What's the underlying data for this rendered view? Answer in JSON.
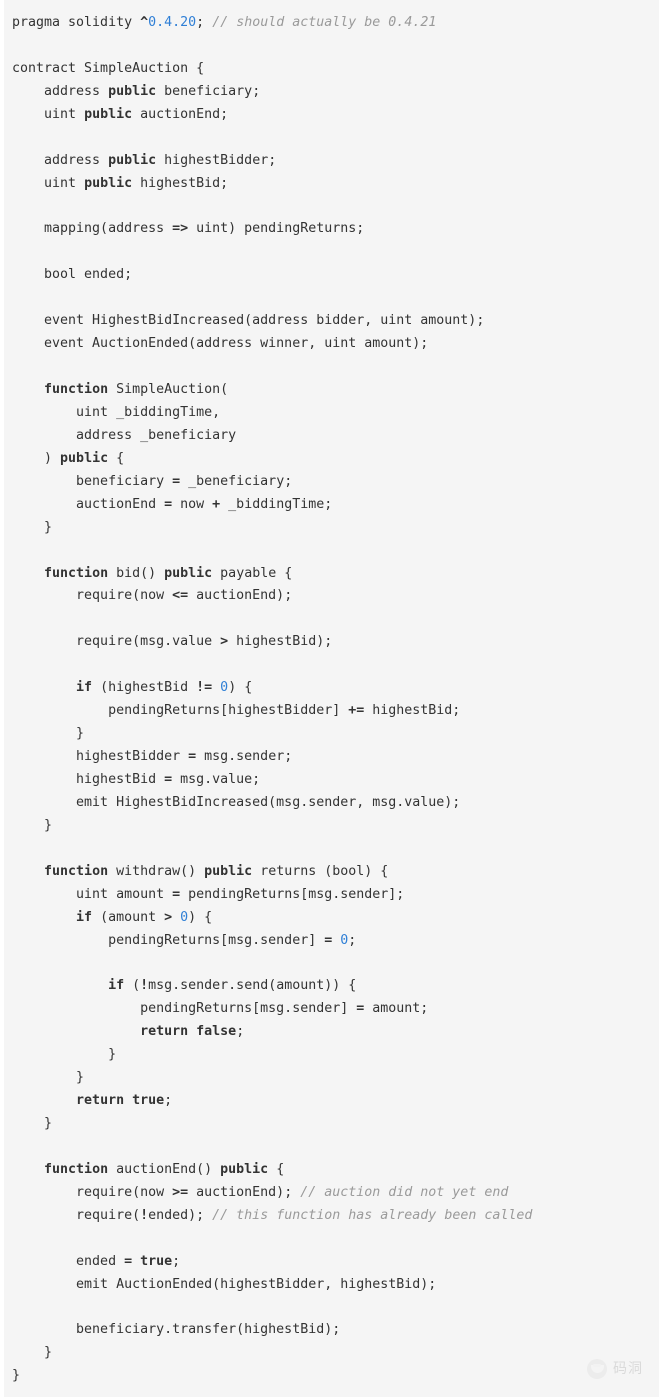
{
  "language": "solidity",
  "theme": {
    "background": "#f5f5f5",
    "page_background": "#ffffff",
    "text": "#333333",
    "keyword": "#333333",
    "number": "#2f7fd6",
    "comment": "#9a9a9a"
  },
  "code": {
    "plain_text": "pragma solidity ^0.4.20; // should actually be 0.4.21\n\ncontract SimpleAuction {\n    address public beneficiary;\n    uint public auctionEnd;\n\n    address public highestBidder;\n    uint public highestBid;\n\n    mapping(address => uint) pendingReturns;\n\n    bool ended;\n\n    event HighestBidIncreased(address bidder, uint amount);\n    event AuctionEnded(address winner, uint amount);\n\n    function SimpleAuction(\n        uint _biddingTime,\n        address _beneficiary\n    ) public {\n        beneficiary = _beneficiary;\n        auctionEnd = now + _biddingTime;\n    }\n\n    function bid() public payable {\n        require(now <= auctionEnd);\n\n        require(msg.value > highestBid);\n\n        if (highestBid != 0) {\n            pendingReturns[highestBidder] += highestBid;\n        }\n        highestBidder = msg.sender;\n        highestBid = msg.value;\n        emit HighestBidIncreased(msg.sender, msg.value);\n    }\n\n    function withdraw() public returns (bool) {\n        uint amount = pendingReturns[msg.sender];\n        if (amount > 0) {\n            pendingReturns[msg.sender] = 0;\n\n            if (!msg.sender.send(amount)) {\n                pendingReturns[msg.sender] = amount;\n                return false;\n            }\n        }\n        return true;\n    }\n\n    function auctionEnd() public {\n        require(now >= auctionEnd); // auction did not yet end\n        require(!ended); // this function has already been called\n\n        ended = true;\n        emit AuctionEnded(highestBidder, highestBid);\n\n        beneficiary.transfer(highestBid);\n    }\n}",
    "lines": [
      [
        {
          "t": "pragma solidity ",
          "c": "pl"
        },
        {
          "t": "^",
          "c": "op"
        },
        {
          "t": "0.4.20",
          "c": "num"
        },
        {
          "t": ";",
          "c": "pl"
        },
        {
          "t": " ",
          "c": "pl"
        },
        {
          "t": "// should actually be 0.4.21",
          "c": "cm"
        }
      ],
      [],
      [
        {
          "t": "contract SimpleAuction {",
          "c": "pl"
        }
      ],
      [
        {
          "t": "    address ",
          "c": "pl"
        },
        {
          "t": "public",
          "c": "kw"
        },
        {
          "t": " beneficiary;",
          "c": "pl"
        }
      ],
      [
        {
          "t": "    uint ",
          "c": "pl"
        },
        {
          "t": "public",
          "c": "kw"
        },
        {
          "t": " auctionEnd;",
          "c": "pl"
        }
      ],
      [],
      [
        {
          "t": "    address ",
          "c": "pl"
        },
        {
          "t": "public",
          "c": "kw"
        },
        {
          "t": " highestBidder;",
          "c": "pl"
        }
      ],
      [
        {
          "t": "    uint ",
          "c": "pl"
        },
        {
          "t": "public",
          "c": "kw"
        },
        {
          "t": " highestBid;",
          "c": "pl"
        }
      ],
      [],
      [
        {
          "t": "    mapping(address ",
          "c": "pl"
        },
        {
          "t": "=>",
          "c": "op"
        },
        {
          "t": " uint) pendingReturns;",
          "c": "pl"
        }
      ],
      [],
      [
        {
          "t": "    bool ended;",
          "c": "pl"
        }
      ],
      [],
      [
        {
          "t": "    event HighestBidIncreased(address bidder, uint amount);",
          "c": "pl"
        }
      ],
      [
        {
          "t": "    event AuctionEnded(address winner, uint amount);",
          "c": "pl"
        }
      ],
      [],
      [
        {
          "t": "    ",
          "c": "pl"
        },
        {
          "t": "function",
          "c": "kw"
        },
        {
          "t": " SimpleAuction(",
          "c": "pl"
        }
      ],
      [
        {
          "t": "        uint _biddingTime,",
          "c": "pl"
        }
      ],
      [
        {
          "t": "        address _beneficiary",
          "c": "pl"
        }
      ],
      [
        {
          "t": "    ) ",
          "c": "pl"
        },
        {
          "t": "public",
          "c": "kw"
        },
        {
          "t": " {",
          "c": "pl"
        }
      ],
      [
        {
          "t": "        beneficiary ",
          "c": "pl"
        },
        {
          "t": "=",
          "c": "op"
        },
        {
          "t": " _beneficiary;",
          "c": "pl"
        }
      ],
      [
        {
          "t": "        auctionEnd ",
          "c": "pl"
        },
        {
          "t": "=",
          "c": "op"
        },
        {
          "t": " now ",
          "c": "pl"
        },
        {
          "t": "+",
          "c": "op"
        },
        {
          "t": " _biddingTime;",
          "c": "pl"
        }
      ],
      [
        {
          "t": "    }",
          "c": "pl"
        }
      ],
      [],
      [
        {
          "t": "    ",
          "c": "pl"
        },
        {
          "t": "function",
          "c": "kw"
        },
        {
          "t": " bid() ",
          "c": "pl"
        },
        {
          "t": "public",
          "c": "kw"
        },
        {
          "t": " payable {",
          "c": "pl"
        }
      ],
      [
        {
          "t": "        require(now ",
          "c": "pl"
        },
        {
          "t": "<=",
          "c": "op"
        },
        {
          "t": " auctionEnd);",
          "c": "pl"
        }
      ],
      [],
      [
        {
          "t": "        require(msg.value ",
          "c": "pl"
        },
        {
          "t": ">",
          "c": "op"
        },
        {
          "t": " highestBid);",
          "c": "pl"
        }
      ],
      [],
      [
        {
          "t": "        ",
          "c": "pl"
        },
        {
          "t": "if",
          "c": "kw"
        },
        {
          "t": " (highestBid ",
          "c": "pl"
        },
        {
          "t": "!=",
          "c": "op"
        },
        {
          "t": " ",
          "c": "pl"
        },
        {
          "t": "0",
          "c": "num"
        },
        {
          "t": ") {",
          "c": "pl"
        }
      ],
      [
        {
          "t": "            pendingReturns[highestBidder] ",
          "c": "pl"
        },
        {
          "t": "+=",
          "c": "op"
        },
        {
          "t": " highestBid;",
          "c": "pl"
        }
      ],
      [
        {
          "t": "        }",
          "c": "pl"
        }
      ],
      [
        {
          "t": "        highestBidder ",
          "c": "pl"
        },
        {
          "t": "=",
          "c": "op"
        },
        {
          "t": " msg.sender;",
          "c": "pl"
        }
      ],
      [
        {
          "t": "        highestBid ",
          "c": "pl"
        },
        {
          "t": "=",
          "c": "op"
        },
        {
          "t": " msg.value;",
          "c": "pl"
        }
      ],
      [
        {
          "t": "        emit HighestBidIncreased(msg.sender, msg.value);",
          "c": "pl"
        }
      ],
      [
        {
          "t": "    }",
          "c": "pl"
        }
      ],
      [],
      [
        {
          "t": "    ",
          "c": "pl"
        },
        {
          "t": "function",
          "c": "kw"
        },
        {
          "t": " withdraw() ",
          "c": "pl"
        },
        {
          "t": "public",
          "c": "kw"
        },
        {
          "t": " returns (bool) {",
          "c": "pl"
        }
      ],
      [
        {
          "t": "        uint amount ",
          "c": "pl"
        },
        {
          "t": "=",
          "c": "op"
        },
        {
          "t": " pendingReturns[msg.sender];",
          "c": "pl"
        }
      ],
      [
        {
          "t": "        ",
          "c": "pl"
        },
        {
          "t": "if",
          "c": "kw"
        },
        {
          "t": " (amount ",
          "c": "pl"
        },
        {
          "t": ">",
          "c": "op"
        },
        {
          "t": " ",
          "c": "pl"
        },
        {
          "t": "0",
          "c": "num"
        },
        {
          "t": ") {",
          "c": "pl"
        }
      ],
      [
        {
          "t": "            pendingReturns[msg.sender] ",
          "c": "pl"
        },
        {
          "t": "=",
          "c": "op"
        },
        {
          "t": " ",
          "c": "pl"
        },
        {
          "t": "0",
          "c": "num"
        },
        {
          "t": ";",
          "c": "pl"
        }
      ],
      [],
      [
        {
          "t": "            ",
          "c": "pl"
        },
        {
          "t": "if",
          "c": "kw"
        },
        {
          "t": " (",
          "c": "pl"
        },
        {
          "t": "!",
          "c": "op"
        },
        {
          "t": "msg.sender.send(amount)) {",
          "c": "pl"
        }
      ],
      [
        {
          "t": "                pendingReturns[msg.sender] ",
          "c": "pl"
        },
        {
          "t": "=",
          "c": "op"
        },
        {
          "t": " amount;",
          "c": "pl"
        }
      ],
      [
        {
          "t": "                ",
          "c": "pl"
        },
        {
          "t": "return",
          "c": "kw"
        },
        {
          "t": " ",
          "c": "pl"
        },
        {
          "t": "false",
          "c": "kw"
        },
        {
          "t": ";",
          "c": "pl"
        }
      ],
      [
        {
          "t": "            }",
          "c": "pl"
        }
      ],
      [
        {
          "t": "        }",
          "c": "pl"
        }
      ],
      [
        {
          "t": "        ",
          "c": "pl"
        },
        {
          "t": "return",
          "c": "kw"
        },
        {
          "t": " ",
          "c": "pl"
        },
        {
          "t": "true",
          "c": "kw"
        },
        {
          "t": ";",
          "c": "pl"
        }
      ],
      [
        {
          "t": "    }",
          "c": "pl"
        }
      ],
      [],
      [
        {
          "t": "    ",
          "c": "pl"
        },
        {
          "t": "function",
          "c": "kw"
        },
        {
          "t": " auctionEnd() ",
          "c": "pl"
        },
        {
          "t": "public",
          "c": "kw"
        },
        {
          "t": " {",
          "c": "pl"
        }
      ],
      [
        {
          "t": "        require(now ",
          "c": "pl"
        },
        {
          "t": ">=",
          "c": "op"
        },
        {
          "t": " auctionEnd); ",
          "c": "pl"
        },
        {
          "t": "// auction did not yet end",
          "c": "cm"
        }
      ],
      [
        {
          "t": "        require(",
          "c": "pl"
        },
        {
          "t": "!",
          "c": "op"
        },
        {
          "t": "ended); ",
          "c": "pl"
        },
        {
          "t": "// this function has already been called",
          "c": "cm"
        }
      ],
      [],
      [
        {
          "t": "        ended ",
          "c": "pl"
        },
        {
          "t": "=",
          "c": "op"
        },
        {
          "t": " ",
          "c": "pl"
        },
        {
          "t": "true",
          "c": "kw"
        },
        {
          "t": ";",
          "c": "pl"
        }
      ],
      [
        {
          "t": "        emit AuctionEnded(highestBidder, highestBid);",
          "c": "pl"
        }
      ],
      [],
      [
        {
          "t": "        beneficiary.transfer(highestBid);",
          "c": "pl"
        }
      ],
      [
        {
          "t": "    }",
          "c": "pl"
        }
      ],
      [
        {
          "t": "}",
          "c": "pl"
        }
      ]
    ]
  },
  "watermark": {
    "text": "码洞",
    "logo": "penguin-avatar-icon"
  }
}
